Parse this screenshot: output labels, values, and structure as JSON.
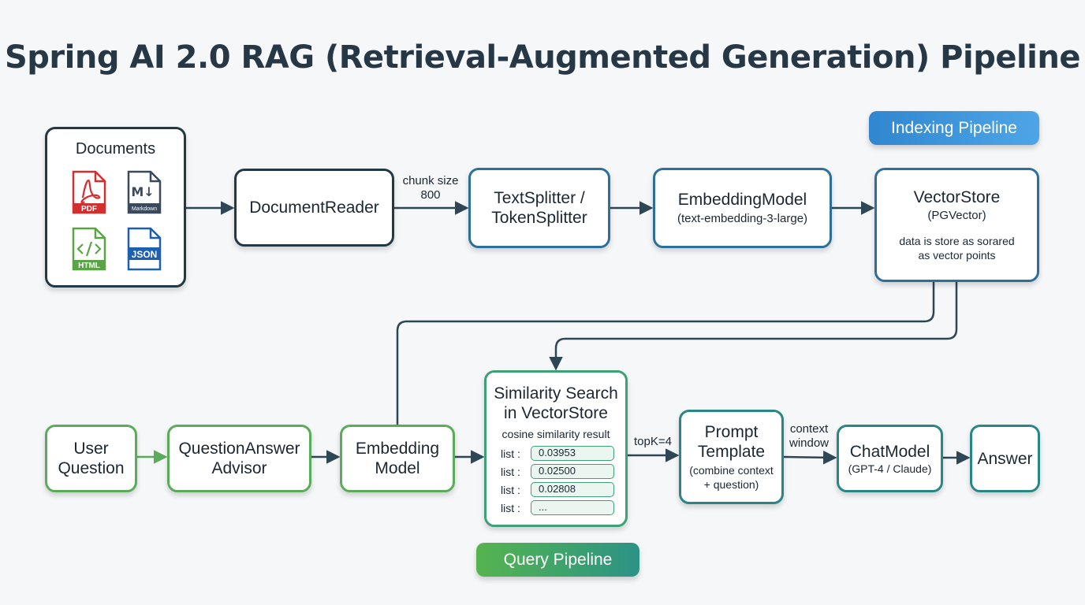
{
  "title": "Spring AI 2.0 RAG (Retrieval-Augmented Generation) Pipeline",
  "pipelines": {
    "indexing": "Indexing Pipeline",
    "query": "Query Pipeline"
  },
  "documents": {
    "title": "Documents",
    "formats": [
      {
        "label": "PDF",
        "icon": "pdf-file-icon",
        "color": "#d32f2f"
      },
      {
        "label": "M↓",
        "sub": "Markdown",
        "icon": "markdown-file-icon",
        "color": "#3a4a5c"
      },
      {
        "label": "HTML",
        "icon": "html-file-icon",
        "color": "#5aa447"
      },
      {
        "label": "JSON",
        "icon": "json-file-icon",
        "color": "#1f5fb0"
      }
    ]
  },
  "indexing": {
    "document_reader": "DocumentReader",
    "chunk_label_1": "chunk size",
    "chunk_label_2": "800",
    "text_splitter_1": "TextSplitter /",
    "text_splitter_2": "TokenSplitter",
    "embedding_model": "EmbeddingModel",
    "embedding_model_sub": "(text-embedding-3-large)",
    "vector_store": "VectorStore",
    "vector_store_sub": "(PGVector)",
    "vector_store_note_1": "data is store as sorared",
    "vector_store_note_2": "as vector points"
  },
  "query": {
    "user_question_1": "User",
    "user_question_2": "Question",
    "advisor_1": "QuestionAnswer",
    "advisor_2": "Advisor",
    "embedding_1": "Embedding",
    "embedding_2": "Model",
    "similarity_1": "Similarity Search",
    "similarity_2": "in VectorStore",
    "similarity_sub": "cosine similarity result",
    "list_key": "list :",
    "list_values": [
      "0.03953",
      "0.02500",
      "0.02808",
      "..."
    ],
    "topk": "topK=4",
    "prompt_1": "Prompt",
    "prompt_2": "Template",
    "prompt_sub_1": "(combine context",
    "prompt_sub_2": "+ question)",
    "context_1": "context",
    "context_2": "window",
    "chat_model": "ChatModel",
    "chat_model_sub": "(GPT-4 / Claude)",
    "answer": "Answer"
  },
  "colors": {
    "dark": "#223844",
    "blue": "#2b6f9a",
    "green": "#5aac5a",
    "teal": "#2a8684",
    "arrow_dark": "#2e4756",
    "arrow_green": "#5aac5a"
  }
}
